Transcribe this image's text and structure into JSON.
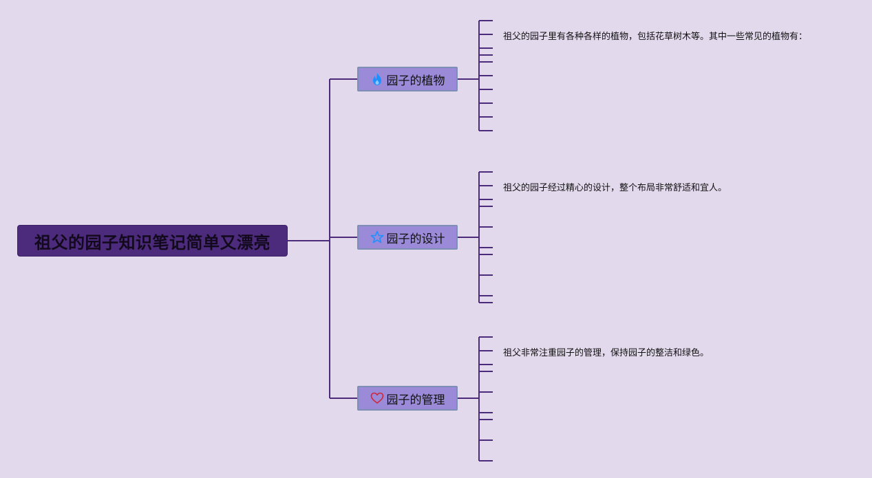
{
  "root": {
    "title": "祖父的园子知识笔记简单又漂亮"
  },
  "branches": [
    {
      "label": "园子的植物",
      "icon": "flame-icon",
      "icon_color": "#1e90ff",
      "detail": "祖父的园子里有各种各样的植物，包括花草树木等。其中一些常见的植物有："
    },
    {
      "label": "园子的设计",
      "icon": "star-icon",
      "icon_color": "#1e90ff",
      "detail": "祖父的园子经过精心的设计，整个布局非常舒适和宜人。"
    },
    {
      "label": "园子的管理",
      "icon": "heart-icon",
      "icon_color": "#d0263a",
      "detail": "祖父非常注重园子的管理，保持园子的整洁和绿色。"
    }
  ],
  "colors": {
    "background": "#e2d9ec",
    "root_fill": "#4c2a7c",
    "branch_fill": "#9a8ad8",
    "connector": "#4b2a7a"
  }
}
